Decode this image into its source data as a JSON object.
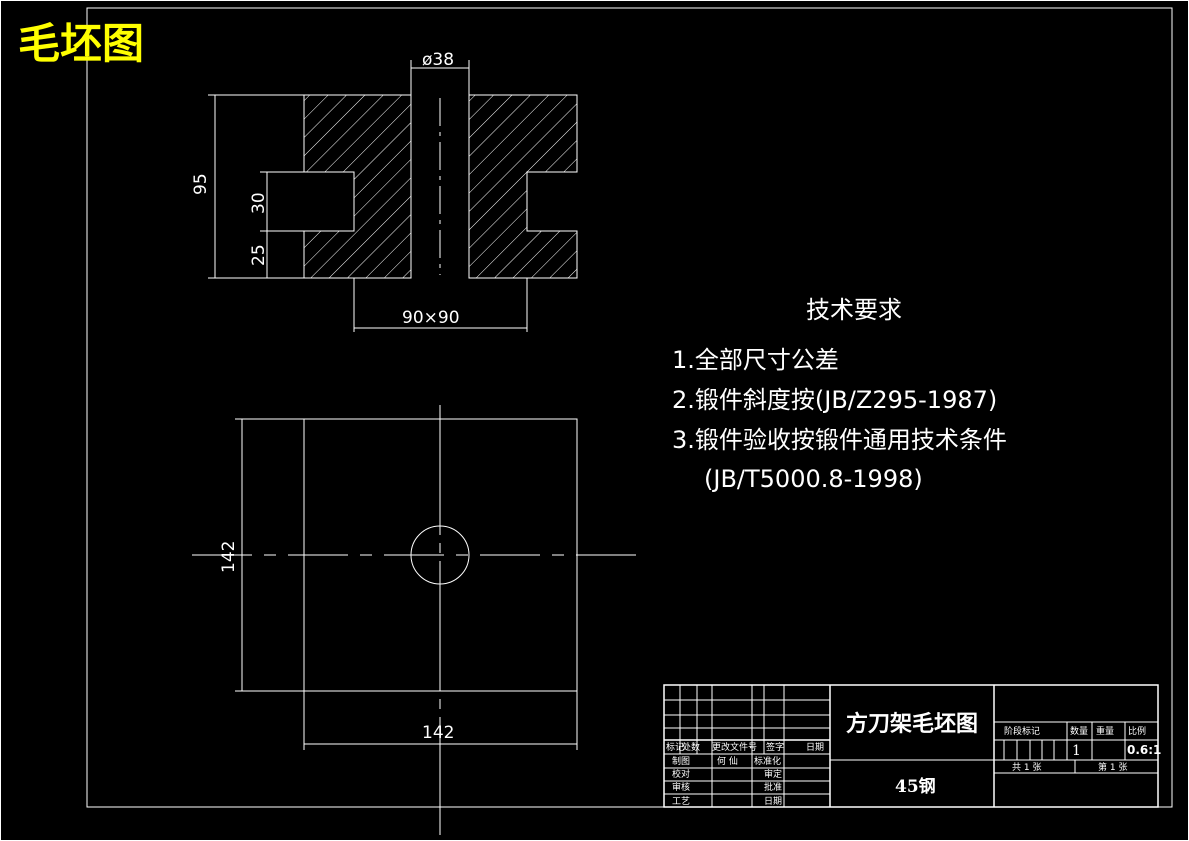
{
  "sheet_title": "毛坯图",
  "colors": {
    "background": "#000000",
    "lines": "#ffffff",
    "title": "#ffff00"
  },
  "top_view": {
    "bore_dia": "ø38",
    "height": "95",
    "slot_height": "30",
    "bottom_flange": "25",
    "base_size": "90×90"
  },
  "plan_view": {
    "width": "142",
    "height": "142"
  },
  "tech_requirements": {
    "heading": "技术要求",
    "items": [
      "1.全部尺寸公差",
      "2.锻件斜度按(JB/Z295-1987)",
      "3.锻件验收按锻件通用技术条件",
      "(JB/T5000.8-1998)"
    ]
  },
  "title_block": {
    "part_name": "方刀架毛坯图",
    "material": "45钢",
    "quantity": "1",
    "scale": "0.6:1",
    "sheet_total": "共 1 张",
    "sheet_no": "第 1 张",
    "stage_mark": "阶段标记",
    "qty_label": "数量",
    "weight_label": "重量",
    "scale_label": "比例",
    "rev_headers": [
      "标记",
      "处数",
      "更改文件号",
      "签字",
      "日期"
    ],
    "roles": [
      "制图",
      "校对",
      "审核",
      "工艺"
    ],
    "roles2": [
      "标准化",
      "审定",
      "批准",
      "日期"
    ],
    "role3": "何 仙"
  }
}
